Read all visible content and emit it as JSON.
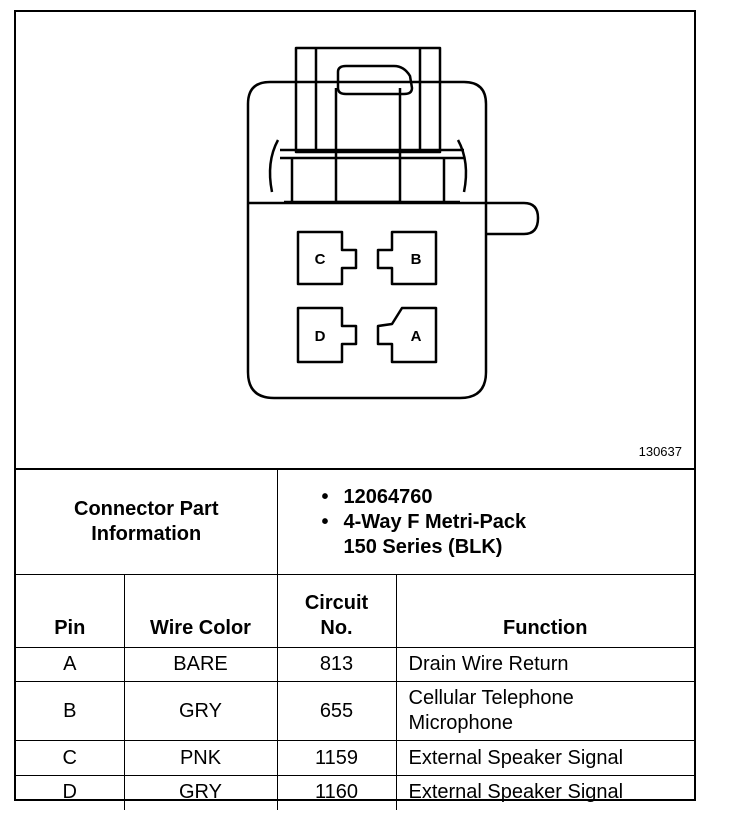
{
  "diagram": {
    "figure_number": "130637",
    "pins": [
      {
        "label": "C"
      },
      {
        "label": "B"
      },
      {
        "label": "D"
      },
      {
        "label": "A"
      }
    ]
  },
  "connector_info": {
    "label_line1": "Connector Part",
    "label_line2": "Information",
    "part_number": "12064760",
    "description_line1": "4-Way F Metri-Pack",
    "description_line2": "150 Series (BLK)",
    "bullet": "•"
  },
  "table": {
    "headers": {
      "pin": "Pin",
      "wire_color": "Wire Color",
      "circuit_line1": "Circuit",
      "circuit_line2": "No.",
      "function": "Function"
    },
    "rows": [
      {
        "pin": "A",
        "wire_color": "BARE",
        "circuit": "813",
        "function_line1": "Drain Wire Return",
        "function_line2": ""
      },
      {
        "pin": "B",
        "wire_color": "GRY",
        "circuit": "655",
        "function_line1": "Cellular Telephone",
        "function_line2": "Microphone"
      },
      {
        "pin": "C",
        "wire_color": "PNK",
        "circuit": "1159",
        "function_line1": "External Speaker Signal",
        "function_line2": ""
      },
      {
        "pin": "D",
        "wire_color": "GRY",
        "circuit": "1160",
        "function_line1": "External Speaker Signal",
        "function_line2": ""
      }
    ]
  }
}
